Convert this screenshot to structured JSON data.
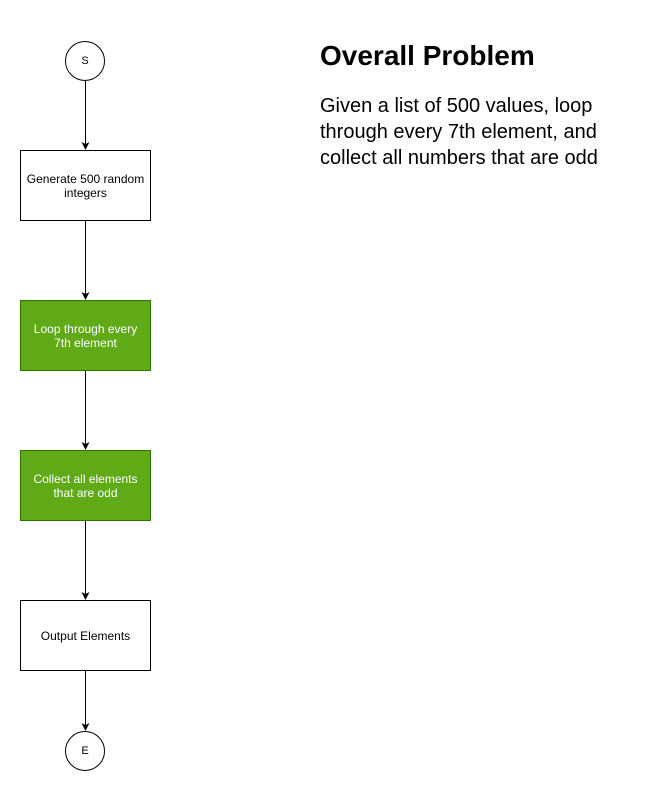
{
  "flowchart": {
    "nodes": [
      {
        "id": "start",
        "label": "S",
        "shape": "circle"
      },
      {
        "id": "generate",
        "label": "Generate 500 random integers",
        "shape": "rect",
        "fill": "#ffffff"
      },
      {
        "id": "loop",
        "label": "Loop through every 7th element",
        "shape": "rect",
        "fill": "#60a917"
      },
      {
        "id": "collect",
        "label": "Collect all elements that are odd",
        "shape": "rect",
        "fill": "#60a917"
      },
      {
        "id": "output",
        "label": "Output Elements",
        "shape": "rect",
        "fill": "#ffffff"
      },
      {
        "id": "end",
        "label": "E",
        "shape": "circle"
      }
    ],
    "edges": [
      {
        "from": "start",
        "to": "generate"
      },
      {
        "from": "generate",
        "to": "loop"
      },
      {
        "from": "loop",
        "to": "collect"
      },
      {
        "from": "collect",
        "to": "output"
      },
      {
        "from": "output",
        "to": "end"
      }
    ]
  },
  "problem": {
    "title": "Overall Problem",
    "description": "Given a list of 500 values, loop through every 7th element, and collect all numbers that are odd"
  },
  "colors": {
    "highlight_fill": "#60a917",
    "highlight_stroke": "#2d7600",
    "line": "#000000"
  }
}
